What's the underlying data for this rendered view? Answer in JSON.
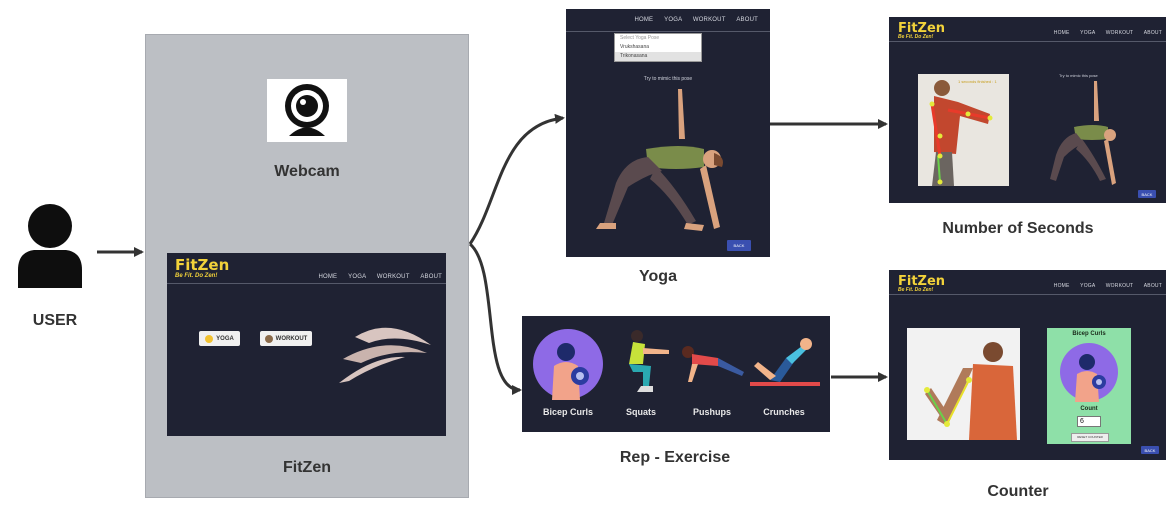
{
  "user": {
    "label": "USER"
  },
  "system": {
    "webcam_label": "Webcam",
    "app_label": "FitZen",
    "app_screen": {
      "brand": "FitZen",
      "tagline": "Be Fit. Do Zen!",
      "nav": [
        "HOME",
        "YOGA",
        "WORKOUT",
        "ABOUT"
      ],
      "buttons": [
        "YOGA",
        "WORKOUT"
      ]
    }
  },
  "yoga": {
    "label": "Yoga",
    "nav": [
      "HOME",
      "YOGA",
      "WORKOUT",
      "ABOUT"
    ],
    "dropdown": {
      "placeholder": "Select Yoga Pose",
      "options": [
        "Vrukshasana",
        "Trikonasana"
      ],
      "selected": "Trikonasana"
    },
    "instruction": "Try to mimic this pose",
    "back_label": "BACK"
  },
  "seconds": {
    "label": "Number of Seconds",
    "brand": "FitZen",
    "tagline": "Be Fit. Do Zen!",
    "nav": [
      "HOME",
      "YOGA",
      "WORKOUT",
      "ABOUT"
    ],
    "overlay_text": "1 seconds finished : 1",
    "instruction": "Try to mimic this pose",
    "back_label": "BACK"
  },
  "rep": {
    "label": "Rep - Exercise",
    "exercises": [
      "Bicep Curls",
      "Squats",
      "Pushups",
      "Crunches"
    ]
  },
  "counter": {
    "label": "Counter",
    "brand": "FitZen",
    "tagline": "Be Fit. Do Zen!",
    "nav": [
      "HOME",
      "YOGA",
      "WORKOUT",
      "ABOUT"
    ],
    "card_title": "Bicep Curls",
    "count_label": "Count",
    "count_value": "6",
    "reset_label": "RESET COUNTER",
    "back_label": "BACK"
  },
  "colors": {
    "screen_bg": "#1f2233",
    "brand_yellow": "#f2d23a",
    "panel_gray": "#bcbfc4",
    "arrow": "#333333",
    "card_green": "#8ee0a8",
    "accent_blue": "#3a4fb0"
  }
}
